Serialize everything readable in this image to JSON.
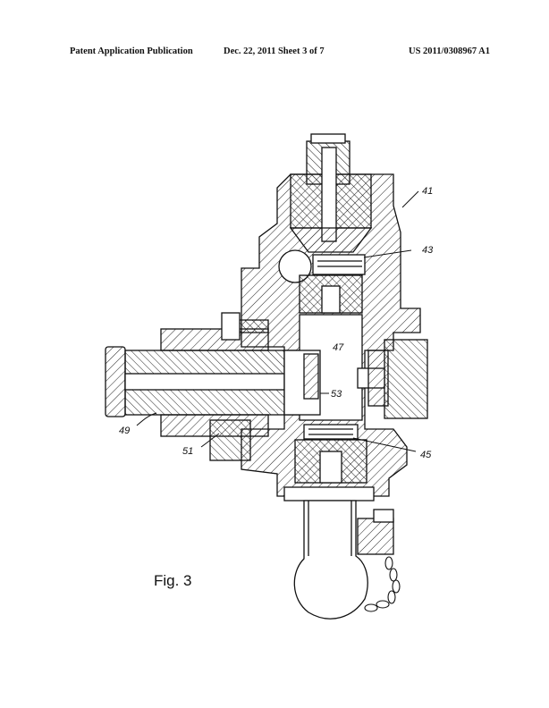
{
  "header": {
    "publication": "Patent Application Publication",
    "date_sheet": "Dec. 22, 2011   Sheet 3 of 7",
    "number": "US 2011/0308967 A1"
  },
  "figure": {
    "label": "Fig. 3",
    "refs": {
      "r41": "41",
      "r43": "43",
      "r47": "47",
      "r53": "53",
      "r49": "49",
      "r51": "51",
      "r45": "45"
    }
  }
}
